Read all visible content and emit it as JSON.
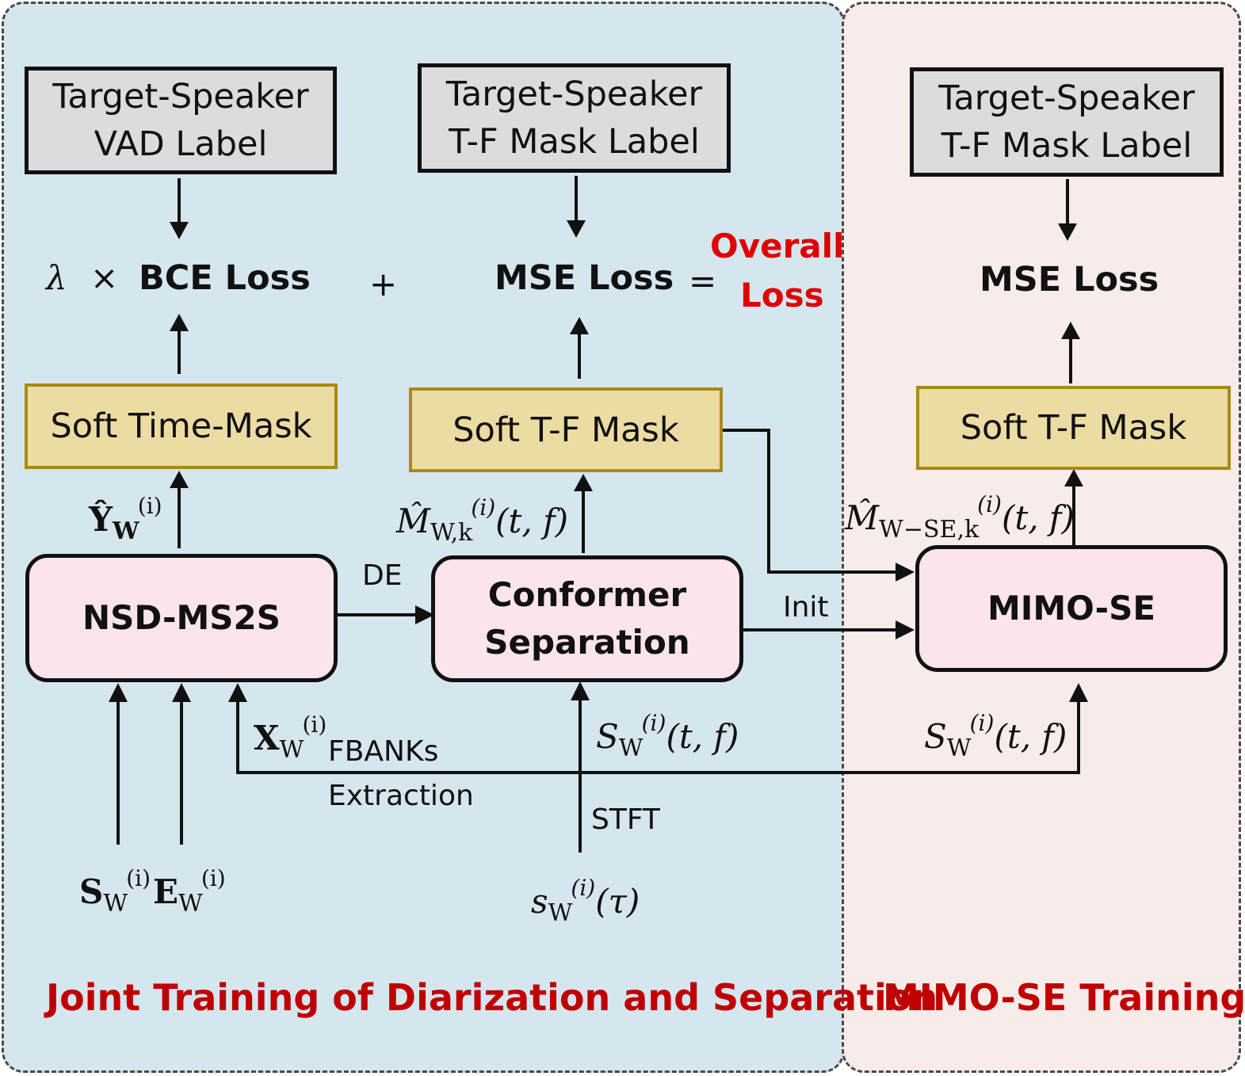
{
  "colors": {
    "left_panel_bg": "#d6e6ef",
    "right_panel_bg": "#f7ecea",
    "label_box_bg": "#dcdcdc",
    "mask_box_bg": "#ecdba3",
    "mask_box_border": "#a78a17",
    "model_box_bg": "#fbe4ea",
    "overall_loss": "#e00000",
    "panel_title": "#c00000"
  },
  "left": {
    "title": "Joint Training of Diarization and Separation",
    "vad_label": {
      "line1": "Target-Speaker",
      "line2": "VAD Label"
    },
    "tf_label": {
      "line1": "Target-Speaker",
      "line2": "T-F Mask Label"
    },
    "lambda": "λ",
    "times": "×",
    "bce_loss": "BCE Loss",
    "plus": "+",
    "mse_loss": "MSE Loss",
    "equals": "=",
    "overall_loss": {
      "line1": "Overall",
      "line2": "Loss"
    },
    "soft_time_mask": "Soft Time-Mask",
    "soft_tf_mask": "Soft T-F Mask",
    "y_hat": {
      "base": "Ŷ",
      "sup": "(i)",
      "sub": "W"
    },
    "m_hat": {
      "base": "M̂",
      "sup": "(i)",
      "sub": "W,k",
      "args": "(t, f)"
    },
    "nsd": "NSD-MS2S",
    "de": "DE",
    "conformer": {
      "line1": "Conformer",
      "line2": "Separation"
    },
    "x": {
      "base": "X",
      "sup": "(i)",
      "sub": "W"
    },
    "fbanks": {
      "line1": "FBANKs",
      "line2": "Extraction"
    },
    "s_tf": {
      "base": "S",
      "sup": "(i)",
      "sub": "W",
      "args": "(t, f)"
    },
    "stft": "STFT",
    "s_bold": {
      "base": "S",
      "sup": "(i)",
      "sub": "W"
    },
    "e_bold": {
      "base": "E",
      "sup": "(i)",
      "sub": "W"
    },
    "s_time": {
      "base": "s",
      "sup": "(i)",
      "sub": "W",
      "args": "(τ)"
    }
  },
  "right": {
    "title": "MIMO-SE Training",
    "tf_label": {
      "line1": "Target-Speaker",
      "line2": "T-F Mask Label"
    },
    "mse_loss": "MSE Loss",
    "soft_tf_mask": "Soft T-F Mask",
    "m_hat": {
      "base": "M̂",
      "sup": "(i)",
      "sub": "W−SE,k",
      "args": "(t, f)"
    },
    "init": "Init",
    "mimo": "MIMO-SE",
    "s_tf": {
      "base": "S",
      "sup": "(i)",
      "sub": "W",
      "args": "(t, f)"
    }
  }
}
